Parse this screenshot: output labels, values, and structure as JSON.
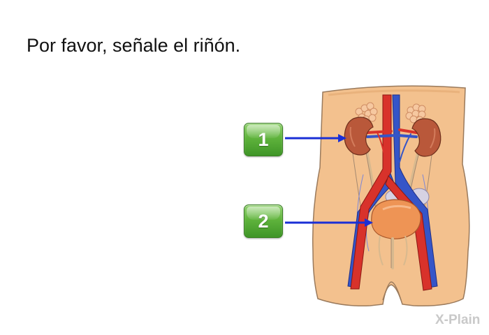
{
  "question": {
    "text": "Por favor, señale el riñón."
  },
  "answers": [
    {
      "label": "1"
    },
    {
      "label": "2"
    }
  ],
  "brand": {
    "text": "X-Plain"
  },
  "colors": {
    "button_green": "#5fb33c",
    "pointer_blue": "#1a2fd6",
    "skin": "#f3c18e",
    "kidney": "#b9583a",
    "bladder": "#ee9455",
    "artery": "#d8322b",
    "vein": "#3555c8"
  },
  "icons": {
    "diagram": "urinary-system-illustration"
  }
}
